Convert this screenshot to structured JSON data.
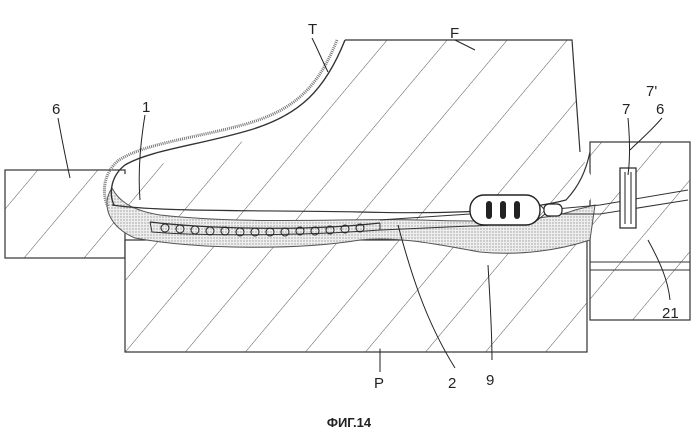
{
  "figure": {
    "caption": "ФИГ.14",
    "labels": {
      "T": "T",
      "F": "F",
      "one": "1",
      "six_left": "6",
      "six_right": "6",
      "seven": "7",
      "seven_prime": "7'",
      "twenty_one": "21",
      "P": "P",
      "two": "2",
      "nine": "9"
    }
  }
}
